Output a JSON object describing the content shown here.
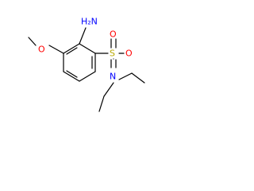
{
  "molecule": {
    "atoms": [
      {
        "id": "nh2",
        "symbol": "H₂N",
        "color": "#0000ff"
      },
      {
        "id": "o_methoxy",
        "symbol": "O",
        "color": "#ff0000"
      },
      {
        "id": "s",
        "symbol": "S",
        "color": "#b8a800"
      },
      {
        "id": "o_top",
        "symbol": "O",
        "color": "#ff0000"
      },
      {
        "id": "o_bottom",
        "symbol": "O",
        "color": "#ff0000"
      },
      {
        "id": "n_amide",
        "symbol": "N",
        "color": "#0000ff"
      }
    ],
    "bond_color": "#000000"
  }
}
